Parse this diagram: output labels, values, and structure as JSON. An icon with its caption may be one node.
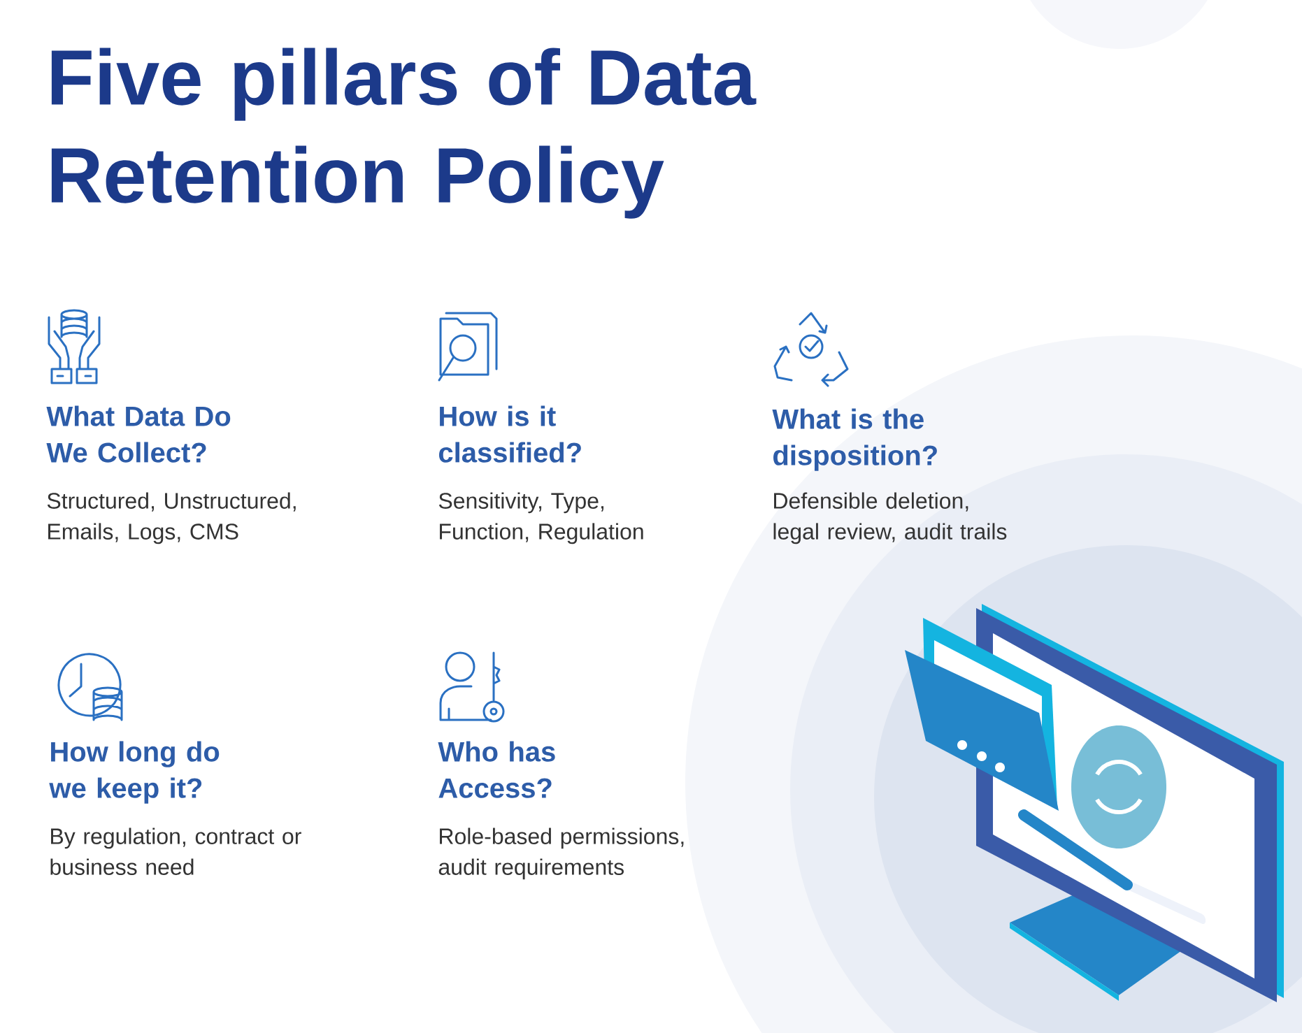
{
  "diagram": {
    "title": "Five pillars of Data Retention Policy",
    "labels": [
      "What Data Do We Collect?",
      "Structured, Unstructured, Emails, Logs, CMS",
      "How is it classified?",
      "Sensitivity, Type, Function, Regulation",
      "What is the disposition?",
      "Defensible deletion, legal review, audit trails",
      "How long do we keep it?",
      "By regulation, contract or business need",
      "Who has Access?",
      "Role-based permissions, audit requirements"
    ]
  }
}
